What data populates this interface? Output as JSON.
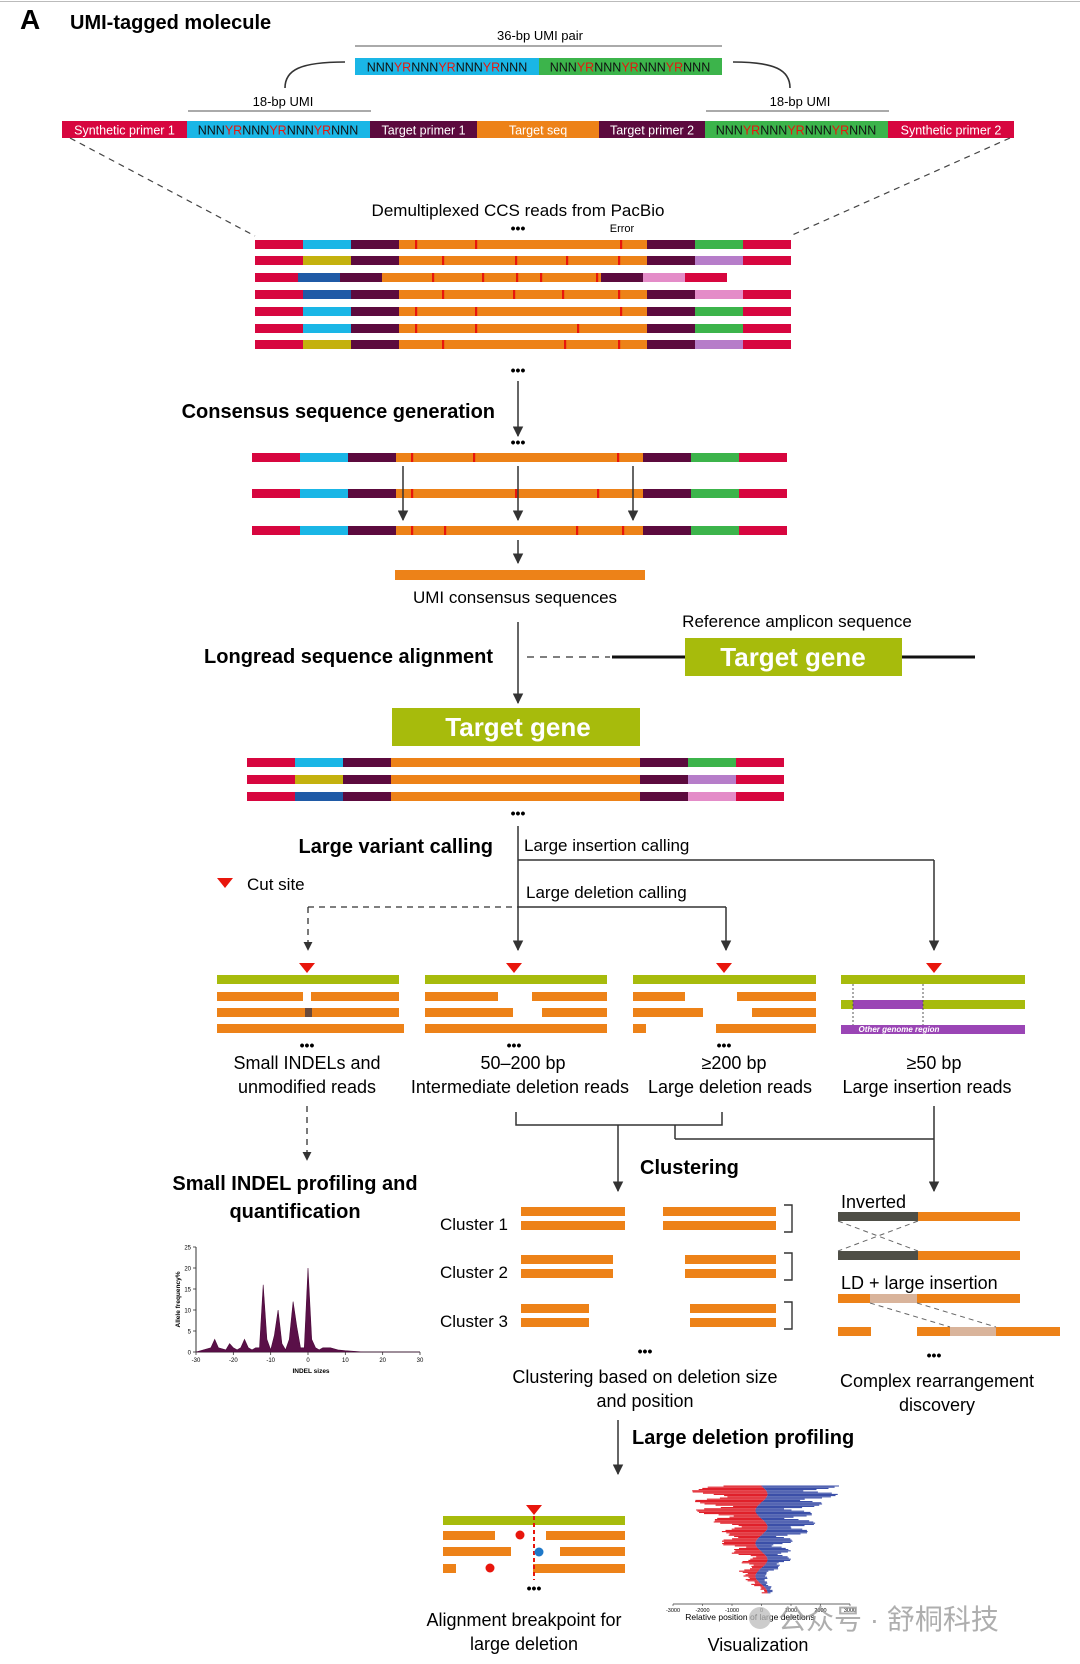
{
  "panel_letter": "A",
  "title": "UMI-tagged molecule",
  "colors": {
    "synthetic_primer": "#d7063f",
    "umi1": "#1ab6e6",
    "umi2": "#3cb44b",
    "target_primer": "#5c0a3e",
    "target_seq": "#ed8218",
    "error": "#e8160c",
    "olive": "#a7bb0c",
    "yellow_umi": "#c4b10e",
    "blue_umi": "#1f5aa6",
    "lilac_umi": "#b67dc9",
    "pink_umi": "#e48cc8",
    "purple_region": "#9a45b5",
    "dark_grey": "#4e4e46",
    "beige": "#d9b49b",
    "cut_site": "#e8160c",
    "seg_text_light": "#ffffff",
    "umi_yr": "#e8160c"
  },
  "top": {
    "umi_pair_label": "36-bp UMI pair",
    "umi_label": "18-bp UMI",
    "umi_pattern": [
      {
        "t": "NNN",
        "yr": false
      },
      {
        "t": "YR",
        "yr": true
      },
      {
        "t": "NNN",
        "yr": false
      },
      {
        "t": "YR",
        "yr": true
      },
      {
        "t": "NNN",
        "yr": false
      },
      {
        "t": "YR",
        "yr": true
      },
      {
        "t": "NNN",
        "yr": false
      }
    ],
    "segments": {
      "synthetic_primer_1": "Synthetic primer 1",
      "target_primer_1": "Target primer 1",
      "target_seq": "Target seq",
      "target_primer_2": "Target primer 2",
      "synthetic_primer_2": "Synthetic primer 2"
    }
  },
  "ccs": {
    "title": "Demultiplexed CCS reads from PacBio",
    "error_label": "Error",
    "ellipsis": "•••"
  },
  "steps": {
    "consensus_generation": "Consensus sequence generation",
    "umi_consensus": "UMI consensus sequences",
    "longread_alignment": "Longread sequence alignment",
    "reference_amplicon": "Reference amplicon sequence",
    "target_gene": "Target gene",
    "large_variant_calling": "Large variant calling",
    "large_insertion_calling": "Large insertion calling",
    "large_deletion_calling": "Large deletion calling",
    "cut_site": "Cut site"
  },
  "categories": {
    "small_line1": "Small INDELs and",
    "small_line2": "unmodified reads",
    "intermediate_line1": "50–200 bp",
    "intermediate_line2": "Intermediate deletion reads",
    "large_del_line1": "≥200 bp",
    "large_del_line2": "Large deletion reads",
    "large_ins_line1": "≥50 bp",
    "large_ins_line2": "Large insertion reads",
    "other_genome_region": "Other genome region"
  },
  "bottom": {
    "small_indel_title_1": "Small INDEL profiling and",
    "small_indel_title_2": "quantification",
    "clustering": "Clustering",
    "clusters": [
      "Cluster 1",
      "Cluster 2",
      "Cluster 3"
    ],
    "clustering_desc_1": "Clustering based on deletion size",
    "clustering_desc_2": "and position",
    "inverted": "Inverted",
    "ld_insertion": "LD + large insertion",
    "complex_1": "Complex rearrangement",
    "complex_2": "discovery",
    "large_deletion_profiling": "Large deletion profiling",
    "breakpoint_1": "Alignment breakpoint for",
    "breakpoint_2": "large deletion",
    "visualization": "Visualization",
    "watermark": "公众号 · 舒桐科技"
  },
  "chart_data": [
    {
      "type": "area",
      "xlabel": "INDEL sizes",
      "ylabel": "Allele frequency%",
      "xlim": [
        -30,
        30
      ],
      "ylim": [
        0,
        25
      ],
      "x_ticks": [
        "-30",
        "-20",
        "-10",
        "0",
        "10",
        "20",
        "30"
      ],
      "y_ticks": [
        "0",
        "5",
        "10",
        "15",
        "20",
        "25"
      ],
      "x": [
        -30,
        -26,
        -25,
        -24,
        -22,
        -21,
        -20,
        -19,
        -18,
        -17,
        -16,
        -15,
        -14,
        -13,
        -12,
        -11,
        -10,
        -9,
        -8,
        -7,
        -6,
        -5,
        -4,
        -3,
        -2,
        -1,
        0,
        1,
        2,
        3,
        4,
        6,
        8,
        10,
        15,
        20,
        30
      ],
      "values": [
        0,
        1,
        3,
        1,
        0.5,
        2,
        1,
        0.5,
        1,
        3,
        1,
        0.5,
        1,
        1,
        16,
        3,
        0.5,
        4,
        10,
        2,
        0.5,
        3,
        12,
        6,
        1,
        1,
        20,
        3,
        1,
        0.5,
        1,
        1,
        0.5,
        0.3,
        0,
        0,
        0
      ]
    },
    {
      "type": "bar",
      "xlabel": "Relative position of large deletions",
      "x_ticks": [
        "-3000",
        "-2000",
        "-1000",
        "0",
        "1000",
        "2000",
        "3000"
      ],
      "xlim": [
        -3000,
        3000
      ]
    }
  ]
}
